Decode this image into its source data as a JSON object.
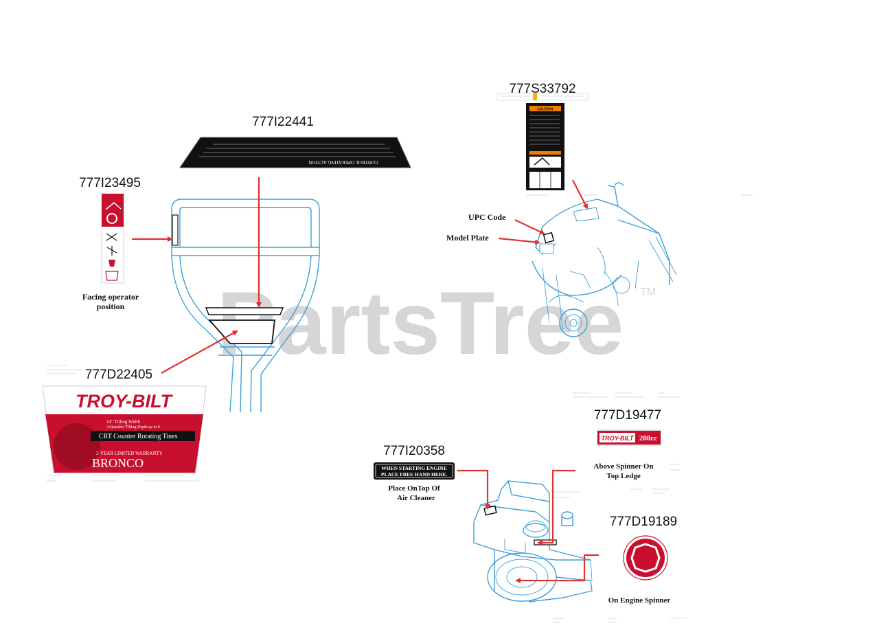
{
  "watermark": {
    "text": "PartsTree",
    "tm": "TM"
  },
  "parts": [
    {
      "id": "777I22441"
    },
    {
      "id": "777I23495"
    },
    {
      "id": "777D22405"
    },
    {
      "id": "777S33792"
    },
    {
      "id": "777D19477"
    },
    {
      "id": "777I20358"
    },
    {
      "id": "777D19189"
    }
  ],
  "notes": {
    "facing_line1": "Facing operator",
    "facing_line2": "position",
    "upc_code": "UPC Code",
    "model_plate": "Model Plate",
    "above_spinner_line1": "Above Spinner On",
    "above_spinner_line2": "Top Ledge",
    "place_on_top_line1": "Place OnTop Of",
    "place_on_top_line2": "Air Cleaner",
    "on_engine_spinner": "On Engine Spinner"
  },
  "decals": {
    "control_title": "CONTROL OPERATING ACTION",
    "engine_line1": "WHEN STARTING ENGINE",
    "engine_line2": "PLACE FREE HAND HERE.",
    "brand": "TROY-BILT",
    "tilling_width": "14\" Tilling Width",
    "tilling_depth": "Adjustable Tilling Depth up to 6",
    "crt": "CRT Counter Rotating Tines",
    "warranty": "2-YEAR LIMITED WARRANTY",
    "model_name": "BRONCO",
    "engine_badge": "208cc",
    "caution": "CAUTION"
  },
  "colors": {
    "outline": "#3aa0d8",
    "arrow": "#e03030",
    "decal_red": "#c8102e",
    "decal_black": "#111111",
    "watermark": "#d6d6d6"
  }
}
